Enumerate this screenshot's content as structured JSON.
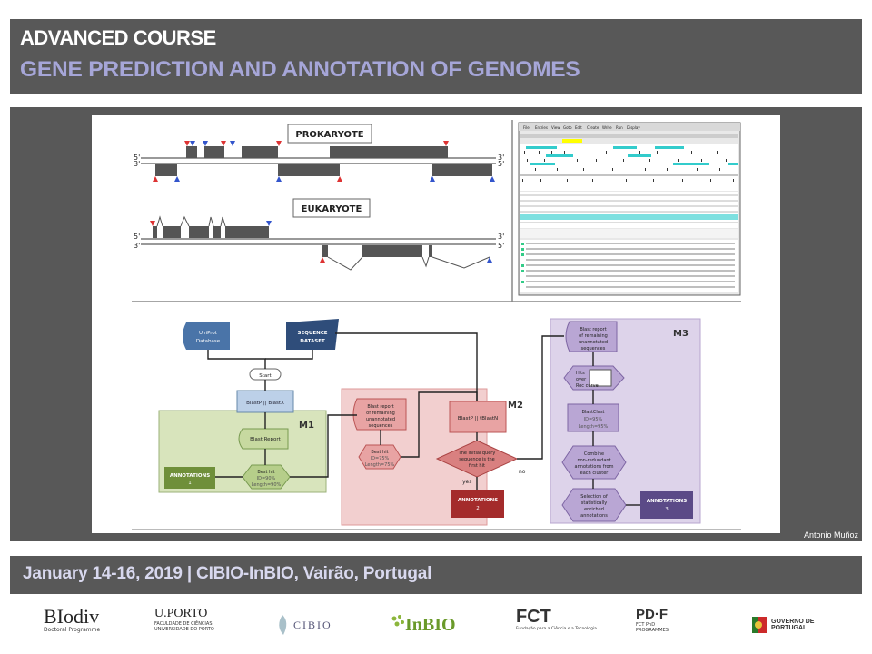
{
  "header": {
    "line1": "ADVANCED COURSE",
    "line2": "GENE PREDICTION AND ANNOTATION OF GENOMES"
  },
  "credit": "Antonio Muñoz",
  "footer": {
    "text": "January 14-16, 2019 | CIBIO-InBIO, Vairão, Portugal"
  },
  "figure": {
    "prokaryote_label": "PROKARYOTE",
    "eukaryote_label": "EUKARYOTE",
    "strand5": "5'",
    "strand3": "3'",
    "flow": {
      "uniprot": "UniProt Database",
      "uniprot_l1": "UniProt",
      "uniprot_l2": "Database",
      "dataset_l1": "SEQUENCE",
      "dataset_l2": "DATASET",
      "start": "Start",
      "blastp_x": "BlastP || BlastX",
      "m1": "M1",
      "m2": "M2",
      "m3": "M3",
      "blast_report": "Blast Report",
      "besthit1_l1": "Best hit",
      "besthit1_l2": "ID=90%",
      "besthit1_l3": "Length=90%",
      "annot1_l1": "ANNOTATIONS",
      "annot1_l2": "1",
      "rem_l1": "Blast report",
      "rem_l2": "of remaining",
      "rem_l3": "unannotated",
      "rem_l4": "sequences",
      "besthit2_l1": "Best hit",
      "besthit2_l2": "ID=75%",
      "besthit2_l3": "Length=75%",
      "blastp_tn": "BlastP || tBlastN",
      "dec_l1": "The initial query",
      "dec_l2": "sequence is the",
      "dec_l3": "first hit",
      "no": "no",
      "yes": "yes",
      "annot2_l1": "ANNOTATIONS",
      "annot2_l2": "2",
      "hits_l1": "Hits",
      "hits_l2": "over",
      "hits_l3": "Roc curve",
      "blastclust_l1": "BlastClust",
      "blastclust_l2": "ID=95%",
      "blastclust_l3": "Length=95%",
      "combine_l1": "Combine",
      "combine_l2": "non-redundant",
      "combine_l3": "annotations from",
      "combine_l4": "each cluster",
      "sel_l1": "Selection of",
      "sel_l2": "statistically",
      "sel_l3": "enriched",
      "sel_l4": "annotations",
      "annot3_l1": "ANNOTATIONS",
      "annot3_l2": "3"
    },
    "artemis_menu": [
      "File",
      "Entries",
      "View",
      "Goto",
      "Edit",
      "Create",
      "Write",
      "Run",
      "Display"
    ]
  },
  "logos": {
    "biodiv": "BIodiv",
    "biodiv_sub": "Doctoral Programme",
    "uporto": "U.PORTO",
    "uporto_sub1": "FACULDADE DE CIÊNCIAS",
    "uporto_sub2": "UNIVERSIDADE DO PORTO",
    "cibio": "CIBIO",
    "inbio": "InBIO",
    "fct": "FCT",
    "fct_sub": "Fundação para a Ciência e a Tecnologia",
    "pdf": "PD·F",
    "pdf_sub1": "FCT PhD",
    "pdf_sub2": "PROGRAMMES",
    "gov1": "GOVERNO DE",
    "gov2": "PORTUGAL"
  },
  "colors": {
    "panel": "#585858",
    "title_blue": "#a6a6d8",
    "m1_green": "#d8e4bc",
    "m2_pink": "#f2cfcf",
    "m3_purple": "#ddd3ea",
    "box_blue": "#4a74a8"
  }
}
